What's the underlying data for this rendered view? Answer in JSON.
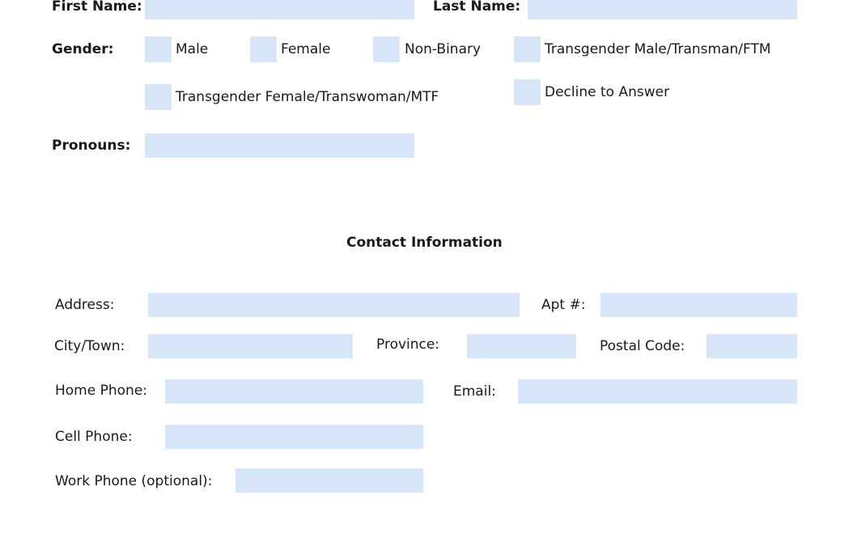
{
  "personal": {
    "first_name_label": "First Name:",
    "first_name_value": "",
    "last_name_label": "Last Name:",
    "last_name_value": "",
    "gender_label": "Gender:",
    "gender_options": [
      "Male",
      "Female",
      "Non-Binary",
      "Transgender Male/Transman/FTM",
      "Transgender Female/Transwoman/MTF",
      "Decline to Answer"
    ],
    "pronouns_label": "Pronouns:",
    "pronouns_value": ""
  },
  "contact": {
    "title": "Contact Information",
    "address_label": "Address:",
    "apt_label": "Apt #:",
    "city_label": "City/Town:",
    "province_label": "Province:",
    "postal_label": "Postal Code:",
    "home_phone_label": "Home Phone:",
    "email_label": "Email:",
    "cell_phone_label": "Cell Phone:",
    "work_phone_label": "Work Phone (optional):"
  },
  "colors": {
    "field_fill": "#d6e6f8",
    "text": "#1a1a1a"
  }
}
